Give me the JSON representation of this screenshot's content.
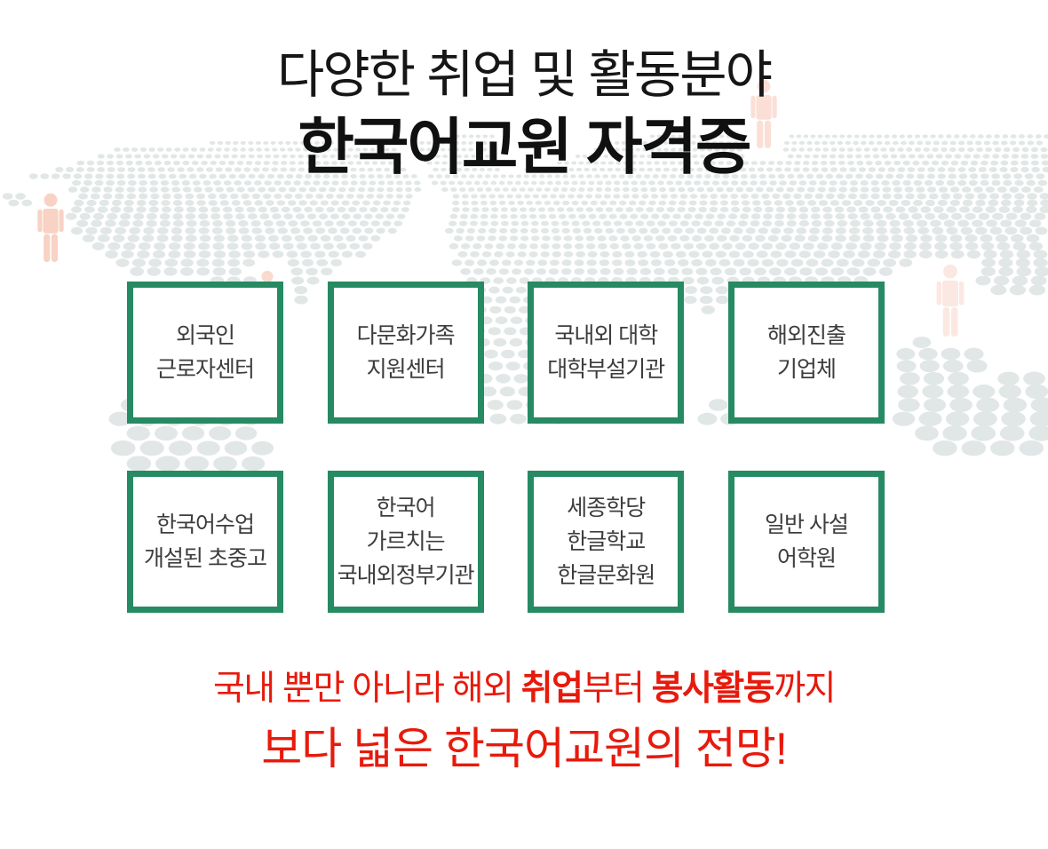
{
  "header": {
    "title_line1": "다양한 취업 및 활동분야",
    "title_line2": "한국어교원 자격증"
  },
  "boxes": [
    {
      "lines": [
        "외국인",
        "근로자센터"
      ]
    },
    {
      "lines": [
        "다문화가족",
        "지원센터"
      ]
    },
    {
      "lines": [
        "국내외 대학",
        "대학부설기관"
      ]
    },
    {
      "lines": [
        "해외진출",
        "기업체"
      ]
    },
    {
      "lines": [
        "한국어수업",
        "개설된 초중고"
      ]
    },
    {
      "lines": [
        "한국어",
        "가르치는",
        "국내외정부기관"
      ]
    },
    {
      "lines": [
        "세종학당",
        "한글학교",
        "한글문화원"
      ]
    },
    {
      "lines": [
        "일반 사설",
        "어학원"
      ]
    }
  ],
  "footer": {
    "line1_parts": [
      {
        "text": "국내 뿐만 아니라 해외 ",
        "bold": false
      },
      {
        "text": "취업",
        "bold": true
      },
      {
        "text": "부터 ",
        "bold": false
      },
      {
        "text": "봉사활동",
        "bold": true
      },
      {
        "text": "까지",
        "bold": false
      }
    ],
    "line2": "보다 넓은 한국어교원의 전망!"
  },
  "icons": {
    "person": "standing-person-pictogram",
    "background": "dotted-world-map"
  },
  "colors": {
    "box_border_green": "#268a62",
    "accent_red": "#e71a0c",
    "map_dot": "#e1e7e6",
    "person_pink": "#f8d2c4",
    "title_text": "#161616",
    "box_text": "#3d3d3d"
  }
}
